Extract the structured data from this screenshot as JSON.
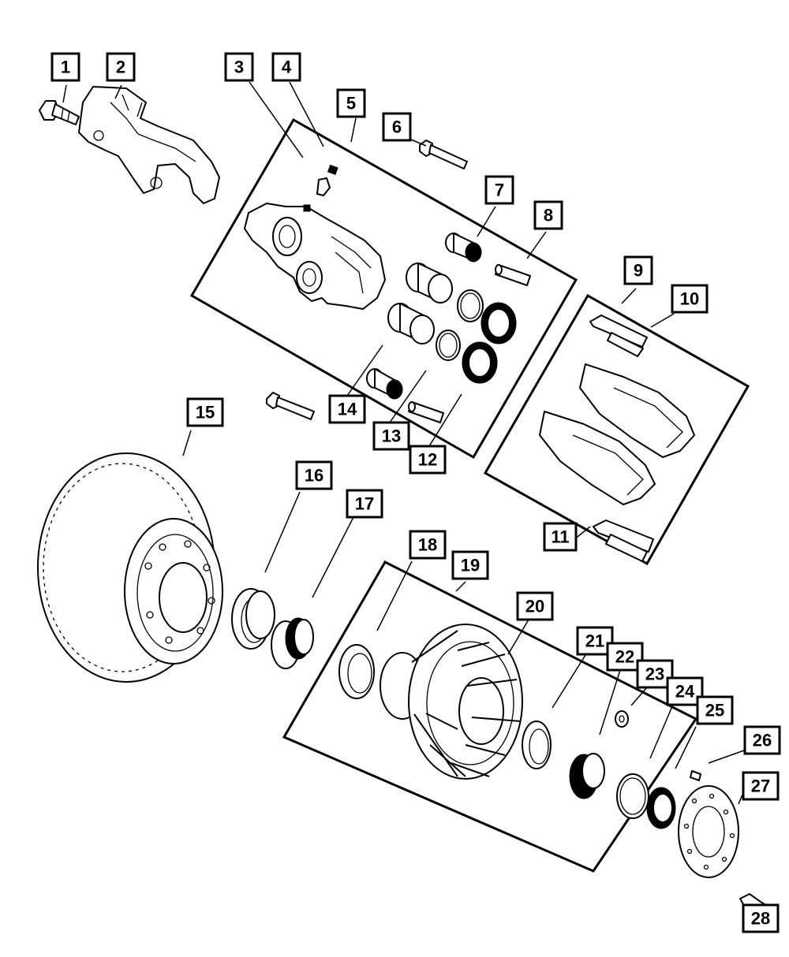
{
  "callouts": [
    {
      "id": 1,
      "label": "1"
    },
    {
      "id": 2,
      "label": "2"
    },
    {
      "id": 3,
      "label": "3"
    },
    {
      "id": 4,
      "label": "4"
    },
    {
      "id": 5,
      "label": "5"
    },
    {
      "id": 6,
      "label": "6"
    },
    {
      "id": 7,
      "label": "7"
    },
    {
      "id": 8,
      "label": "8"
    },
    {
      "id": 9,
      "label": "9"
    },
    {
      "id": 10,
      "label": "10"
    },
    {
      "id": 11,
      "label": "11"
    },
    {
      "id": 12,
      "label": "12"
    },
    {
      "id": 13,
      "label": "13"
    },
    {
      "id": 14,
      "label": "14"
    },
    {
      "id": 15,
      "label": "15"
    },
    {
      "id": 16,
      "label": "16"
    },
    {
      "id": 17,
      "label": "17"
    },
    {
      "id": 18,
      "label": "18"
    },
    {
      "id": 19,
      "label": "19"
    },
    {
      "id": 20,
      "label": "20"
    },
    {
      "id": 21,
      "label": "21"
    },
    {
      "id": 22,
      "label": "22"
    },
    {
      "id": 23,
      "label": "23"
    },
    {
      "id": 24,
      "label": "24"
    },
    {
      "id": 25,
      "label": "25"
    },
    {
      "id": 26,
      "label": "26"
    },
    {
      "id": 27,
      "label": "27"
    },
    {
      "id": 28,
      "label": "28"
    }
  ],
  "colors": {
    "line": "#000000",
    "background": "#ffffff"
  }
}
